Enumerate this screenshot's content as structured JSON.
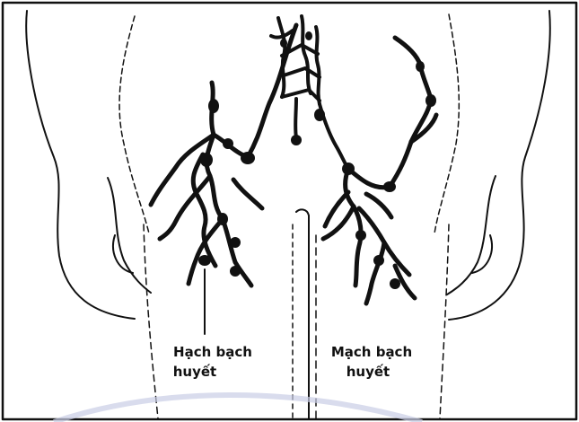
{
  "diagram": {
    "labels": {
      "lymph_node_line1": "Hạch bạch",
      "lymph_node_line2": "huyết",
      "lymph_vessel_line1": "Mạch bạch",
      "lymph_vessel_line2": "huyết"
    },
    "colors": {
      "ink": "#111111",
      "background": "#ffffff",
      "watermark": "#c9cde6"
    }
  }
}
